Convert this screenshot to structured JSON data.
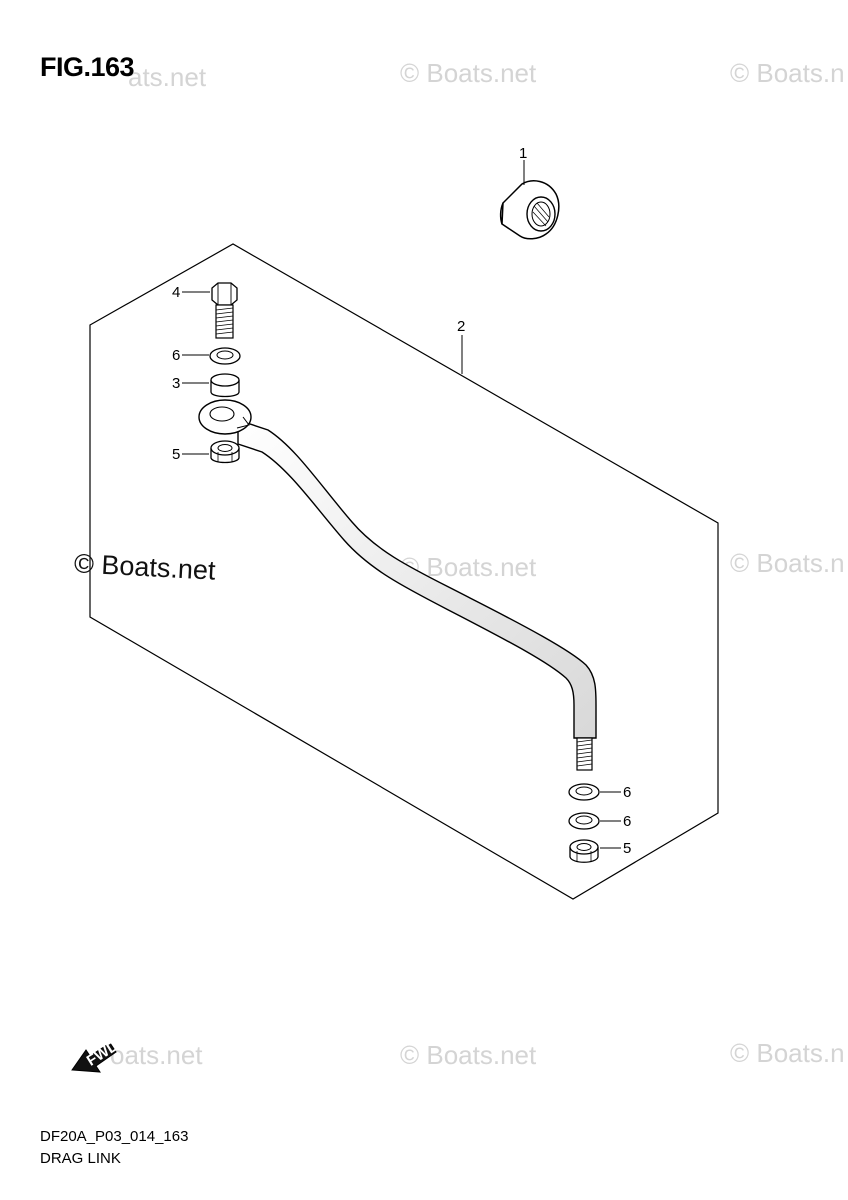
{
  "figure": {
    "title": "FIG.163"
  },
  "watermarks": {
    "text": "© Boats.net",
    "partial_a": "ats.net",
    "partial_b": "© Boats.n",
    "partial_c": "oats.net",
    "main": "© Boats.net"
  },
  "callouts": [
    {
      "id": "callout-1",
      "label": "1"
    },
    {
      "id": "callout-2",
      "label": "2"
    },
    {
      "id": "callout-3",
      "label": "3"
    },
    {
      "id": "callout-4",
      "label": "4"
    },
    {
      "id": "callout-5a",
      "label": "5"
    },
    {
      "id": "callout-6a",
      "label": "6"
    },
    {
      "id": "callout-6b",
      "label": "6"
    },
    {
      "id": "callout-6c",
      "label": "6"
    },
    {
      "id": "callout-5b",
      "label": "5"
    }
  ],
  "fwd_badge": "FWD",
  "footer": {
    "code": "DF20A_P03_014_163",
    "name": "DRAG LINK"
  }
}
